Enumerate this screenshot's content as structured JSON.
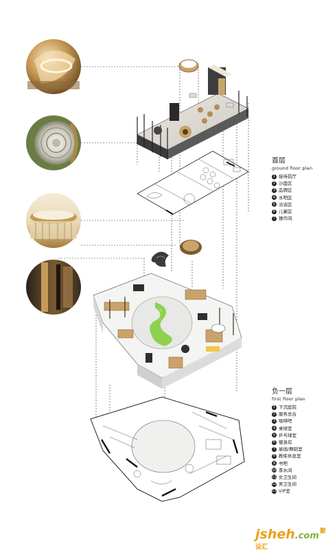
{
  "ground_floor": {
    "title_zh": "首层",
    "title_en": "ground floor plan",
    "items": [
      {
        "num": "1",
        "label": "接待前厅"
      },
      {
        "num": "2",
        "label": "沙盘区"
      },
      {
        "num": "3",
        "label": "品牌区"
      },
      {
        "num": "4",
        "label": "水吧区"
      },
      {
        "num": "5",
        "label": "洽谈区"
      },
      {
        "num": "6",
        "label": "儿童区"
      },
      {
        "num": "7",
        "label": "操作间"
      }
    ]
  },
  "first_floor": {
    "title_zh": "负一层",
    "title_en": "first floor plan",
    "items": [
      {
        "num": "1",
        "label": "下沉庭院"
      },
      {
        "num": "2",
        "label": "服务总台"
      },
      {
        "num": "3",
        "label": "咖啡吧"
      },
      {
        "num": "4",
        "label": "桌球室"
      },
      {
        "num": "5",
        "label": "乒乓球室"
      },
      {
        "num": "6",
        "label": "健身房"
      },
      {
        "num": "7",
        "label": "瑜伽/舞蹈室"
      },
      {
        "num": "8",
        "label": "教练休息室"
      },
      {
        "num": "9",
        "label": "书吧"
      },
      {
        "num": "10",
        "label": "茶水间"
      },
      {
        "num": "11",
        "label": "女卫生间"
      },
      {
        "num": "12",
        "label": "男卫生间"
      },
      {
        "num": "13",
        "label": "VIP室"
      }
    ]
  },
  "watermark": {
    "part1": "jsheh",
    "part2": ".com",
    "part3": "聚设汇"
  },
  "colors": {
    "wood": "#c9a36a",
    "gold": "#b88a3e",
    "green": "#8fd14f",
    "dark": "#2b2b2b",
    "wall": "#444444"
  }
}
